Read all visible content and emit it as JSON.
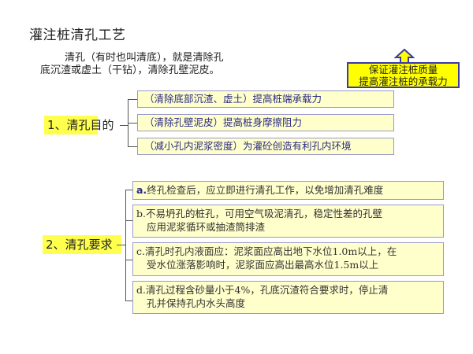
{
  "title": "灌注桩清孔工艺",
  "intro": {
    "line1": "清孔（有时也叫清底），就是清除孔",
    "line2": "底沉渣或虚土（干钻），清除孔壁泥皮。"
  },
  "callout": {
    "line1": "保证灌注桩质量",
    "line2": "提高灌注桩的承载力",
    "fill_color": "#ffff00",
    "border_color": "#3a3aa8",
    "icon": "up-arrow-icon"
  },
  "sections": [
    {
      "label": "1、清孔目的",
      "items": [
        "（清除底部沉渣、虚土）提高桩端承载力",
        "（清除孔壁泥皮）提高桩身摩擦阻力",
        "（减小孔内泥浆密度）为灌砼创造有利孔内环境"
      ]
    },
    {
      "label": "2、清孔要求",
      "items": [
        {
          "marker": "a.",
          "lines": [
            "终孔检查后，应立即进行清孔工作，以免增加清孔难度"
          ]
        },
        {
          "marker": "b.",
          "lines": [
            "不易坍孔的桩孔，可用空气吸泥清孔，稳定性差的孔壁",
            "应用泥浆循环或抽渣筒排渣"
          ]
        },
        {
          "marker": "c.",
          "lines": [
            "清孔时孔内液面应：泥浆面应高出地下水位1.0m以上，在",
            "受水位涨落影响时，泥浆面应高出最高水位1.5m以上"
          ]
        },
        {
          "marker": "d.",
          "lines": [
            "清孔过程含砂量小于4%，孔底沉渣符合要求时，停止清",
            "孔并保持孔内水头高度"
          ]
        }
      ]
    }
  ],
  "colors": {
    "label_bg": "#ffff4d",
    "box_bg": "#ffffcc",
    "box_border": "#9a9ac8",
    "box_text_s1": "#2a2a8a"
  }
}
